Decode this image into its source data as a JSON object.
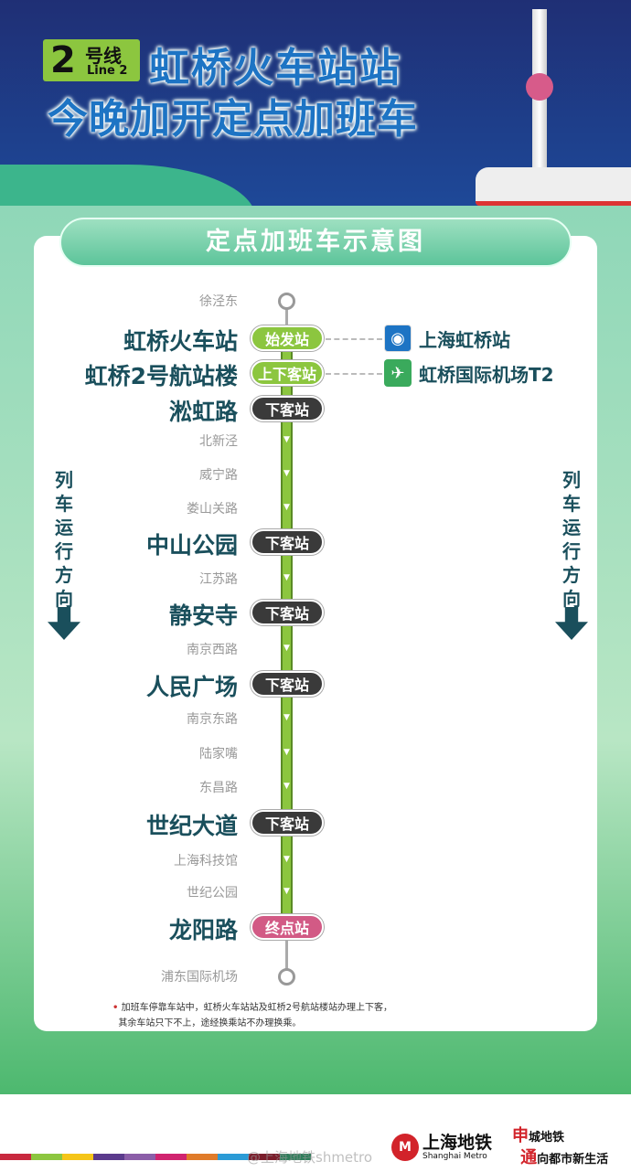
{
  "header": {
    "line_number": "2",
    "line_cn": "号线",
    "line_en": "Line 2",
    "title_1": "虹桥火车站站",
    "title_2": "今晚加开定点加班车"
  },
  "diagram": {
    "title": "定点加班车示意图",
    "stations": [
      {
        "name": "徐泾东",
        "type": "small"
      },
      {
        "name": "虹桥火车站",
        "type": "big",
        "tag": "始发站",
        "tag_color": "#8cc63f"
      },
      {
        "name": "虹桥2号航站楼",
        "type": "big",
        "tag": "上下客站",
        "tag_color": "#8cc63f"
      },
      {
        "name": "淞虹路",
        "type": "big",
        "tag": "下客站",
        "tag_color": "#3a3a3a"
      },
      {
        "name": "北新泾",
        "type": "small"
      },
      {
        "name": "威宁路",
        "type": "small"
      },
      {
        "name": "娄山关路",
        "type": "small"
      },
      {
        "name": "中山公园",
        "type": "big",
        "tag": "下客站",
        "tag_color": "#3a3a3a"
      },
      {
        "name": "江苏路",
        "type": "small"
      },
      {
        "name": "静安寺",
        "type": "big",
        "tag": "下客站",
        "tag_color": "#3a3a3a"
      },
      {
        "name": "南京西路",
        "type": "small"
      },
      {
        "name": "人民广场",
        "type": "big",
        "tag": "下客站",
        "tag_color": "#3a3a3a"
      },
      {
        "name": "南京东路",
        "type": "small"
      },
      {
        "name": "陆家嘴",
        "type": "small"
      },
      {
        "name": "东昌路",
        "type": "small"
      },
      {
        "name": "世纪大道",
        "type": "big",
        "tag": "下客站",
        "tag_color": "#3a3a3a"
      },
      {
        "name": "上海科技馆",
        "type": "small"
      },
      {
        "name": "世纪公园",
        "type": "small"
      },
      {
        "name": "龙阳路",
        "type": "big",
        "tag": "终点站",
        "tag_color": "#d25a85"
      },
      {
        "name": "浦东国际机场",
        "type": "small"
      }
    ],
    "transfers": [
      {
        "label": "上海虹桥站",
        "icon": "railway-icon",
        "color": "#1d74c4"
      },
      {
        "label": "虹桥国际机场T2",
        "icon": "airplane-icon",
        "color": "#3aaa5c"
      }
    ],
    "direction_label": "列车运行方向",
    "note_line_1": "加班车停靠车站中，虹桥火车站站及虹桥2号航站楼站办理上下客，",
    "note_line_2": "其余车站只下不上，途经换乘站不办理换乘。"
  },
  "footer": {
    "logo_cn": "上海地铁",
    "logo_en": "Shanghai Metro",
    "slogan_1_big": "申",
    "slogan_1": "城地铁",
    "slogan_2_big": "通",
    "slogan_2": "向都市新生活",
    "watermark": "@上海地铁shmetro"
  }
}
